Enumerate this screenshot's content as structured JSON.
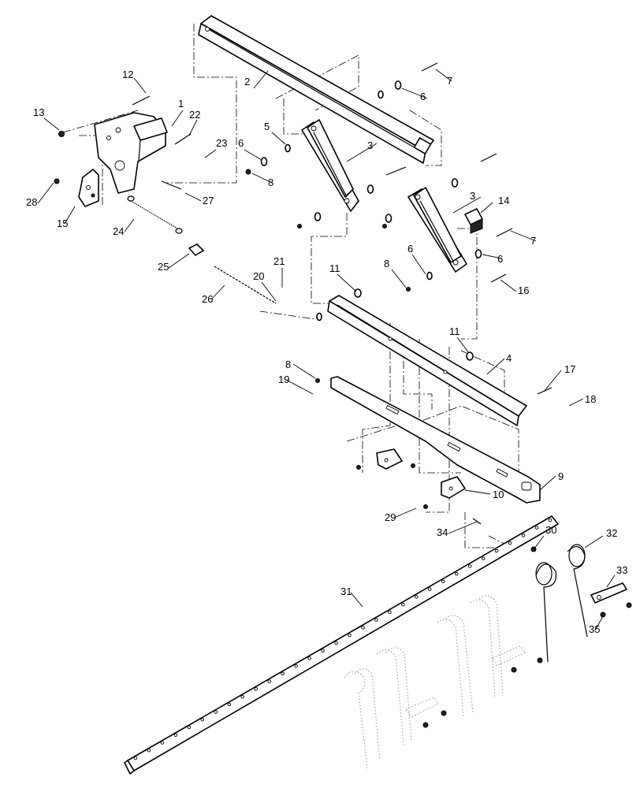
{
  "callouts": [
    {
      "id": "c1",
      "label": "1"
    },
    {
      "id": "c2",
      "label": "2"
    },
    {
      "id": "c3a",
      "label": "3"
    },
    {
      "id": "c3b",
      "label": "3"
    },
    {
      "id": "c4",
      "label": "4"
    },
    {
      "id": "c5",
      "label": "5"
    },
    {
      "id": "c6a",
      "label": "6"
    },
    {
      "id": "c6b",
      "label": "6"
    },
    {
      "id": "c6c",
      "label": "6"
    },
    {
      "id": "c6d",
      "label": "6"
    },
    {
      "id": "c7a",
      "label": "7"
    },
    {
      "id": "c7b",
      "label": "7"
    },
    {
      "id": "c8a",
      "label": "8"
    },
    {
      "id": "c8b",
      "label": "8"
    },
    {
      "id": "c8c",
      "label": "8"
    },
    {
      "id": "c9",
      "label": "9"
    },
    {
      "id": "c10",
      "label": "10"
    },
    {
      "id": "c11a",
      "label": "11"
    },
    {
      "id": "c11b",
      "label": "11"
    },
    {
      "id": "c12",
      "label": "12"
    },
    {
      "id": "c13",
      "label": "13"
    },
    {
      "id": "c14",
      "label": "14"
    },
    {
      "id": "c15",
      "label": "15"
    },
    {
      "id": "c16",
      "label": "16"
    },
    {
      "id": "c17",
      "label": "17"
    },
    {
      "id": "c18",
      "label": "18"
    },
    {
      "id": "c19",
      "label": "19"
    },
    {
      "id": "c20",
      "label": "20"
    },
    {
      "id": "c21",
      "label": "21"
    },
    {
      "id": "c22",
      "label": "22"
    },
    {
      "id": "c23",
      "label": "23"
    },
    {
      "id": "c24",
      "label": "24"
    },
    {
      "id": "c25",
      "label": "25"
    },
    {
      "id": "c26",
      "label": "26"
    },
    {
      "id": "c27",
      "label": "27"
    },
    {
      "id": "c28",
      "label": "28"
    },
    {
      "id": "c29",
      "label": "29"
    },
    {
      "id": "c30",
      "label": "30"
    },
    {
      "id": "c31",
      "label": "31"
    },
    {
      "id": "c32",
      "label": "32"
    },
    {
      "id": "c33",
      "label": "33"
    },
    {
      "id": "c34",
      "label": "34"
    },
    {
      "id": "c35",
      "label": "35"
    }
  ],
  "colors": {
    "line": "#000000",
    "ghost": "#9a9a9a",
    "background": "#ffffff"
  }
}
